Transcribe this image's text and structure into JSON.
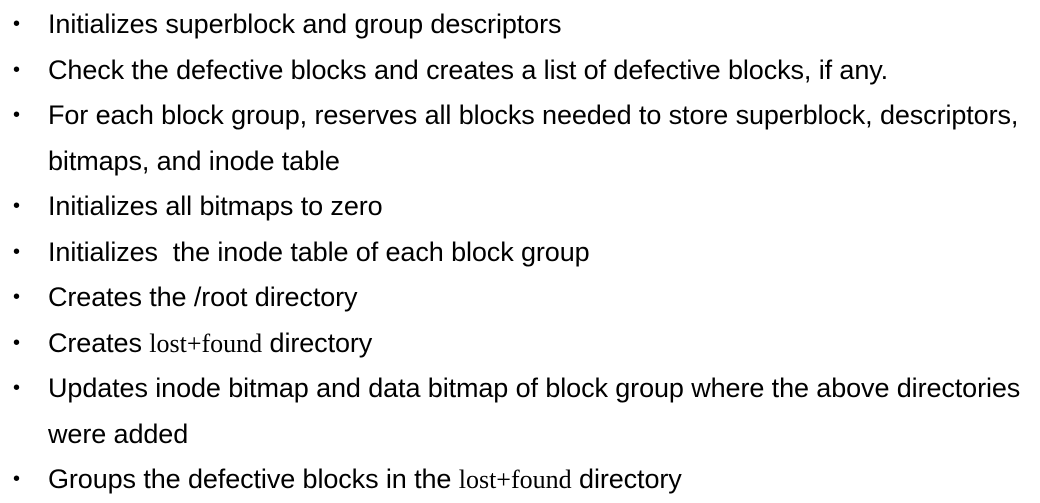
{
  "slide": {
    "background_color": "#ffffff",
    "text_color": "#000000",
    "bullet_glyph": "•",
    "items": [
      {
        "id": "bullet-1",
        "text": "Initializes superblock and group descriptors",
        "segments": [
          {
            "style": "sans",
            "text": "Initializes superblock and group descriptors"
          }
        ]
      },
      {
        "id": "bullet-2",
        "text": "Check the defective blocks and creates a list of defective blocks, if any.",
        "segments": [
          {
            "style": "sans",
            "text": "Check the defective blocks and creates a list of defective blocks, if any."
          }
        ]
      },
      {
        "id": "bullet-3",
        "text": "For each block group, reserves all blocks needed to store superblock, descriptors, bitmaps, and inode table",
        "segments": [
          {
            "style": "sans",
            "text": "For each block group, reserves all blocks needed to store superblock, descriptors, bitmaps, and inode table"
          }
        ]
      },
      {
        "id": "bullet-4",
        "text": "Initializes all bitmaps to zero",
        "segments": [
          {
            "style": "sans",
            "text": "Initializes all bitmaps to zero"
          }
        ]
      },
      {
        "id": "bullet-5",
        "text": "Initializes  the inode table of each block group",
        "segments": [
          {
            "style": "sans",
            "text": "Initializes  the inode table of each block group"
          }
        ]
      },
      {
        "id": "bullet-6",
        "text": "Creates the /root directory",
        "segments": [
          {
            "style": "sans",
            "text": "Creates the /root directory"
          }
        ]
      },
      {
        "id": "bullet-7",
        "text": "Creates lost+found directory",
        "segments": [
          {
            "style": "sans",
            "text": "Creates "
          },
          {
            "style": "serif",
            "text": "lost+found"
          },
          {
            "style": "sans",
            "text": " directory"
          }
        ]
      },
      {
        "id": "bullet-8",
        "text": "Updates inode bitmap and data bitmap of block group where the above directories were added",
        "segments": [
          {
            "style": "sans",
            "text": "Updates inode bitmap and data bitmap of block group where the above directories were added"
          }
        ]
      },
      {
        "id": "bullet-9",
        "text": "Groups the defective blocks in the lost+found directory",
        "segments": [
          {
            "style": "sans",
            "text": "Groups the defective blocks in the "
          },
          {
            "style": "serif",
            "text": "lost+found"
          },
          {
            "style": "sans",
            "text": " directory"
          }
        ]
      }
    ]
  }
}
